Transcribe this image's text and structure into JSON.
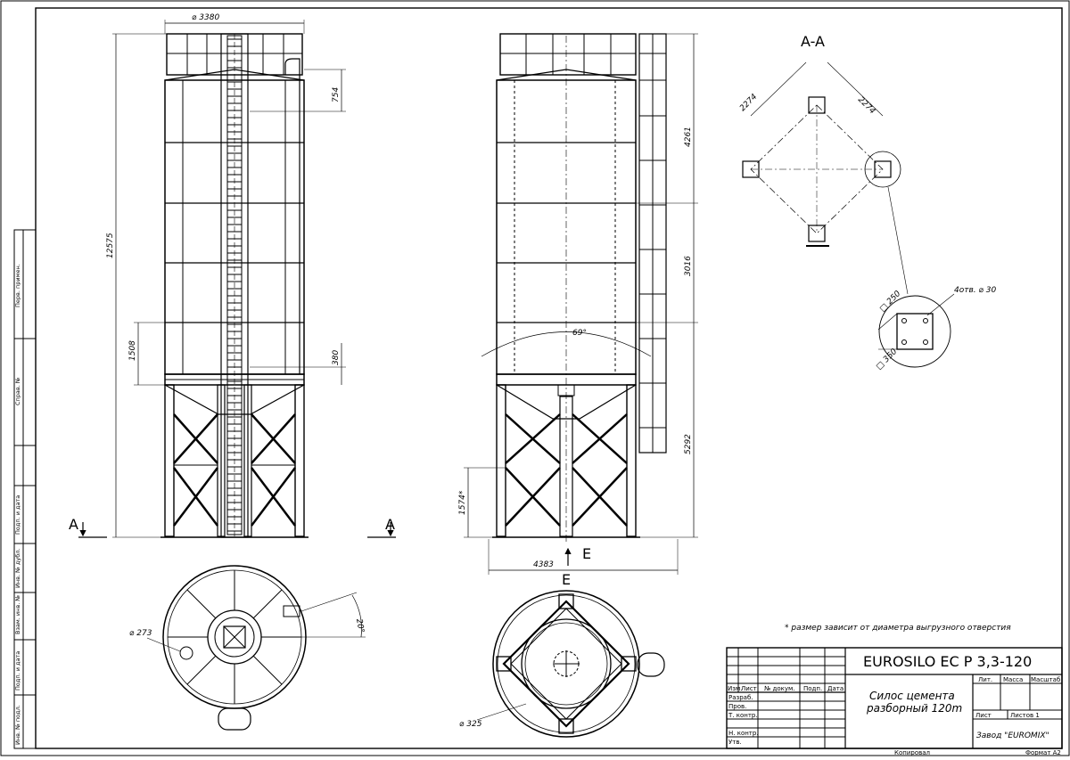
{
  "views": {
    "front": {
      "dim_diameter": "⌀ 3380",
      "dim_total_height": "12575",
      "dim_top": "754",
      "dim_lower": "1508",
      "dim_small": "380",
      "section_mark_left": "A",
      "section_mark_right": "A"
    },
    "side": {
      "dim_h1": "4261",
      "dim_h2": "3016",
      "dim_h3": "5292",
      "dim_width": "4383",
      "dim_angle": "69°",
      "dim_leg": "1574*",
      "view_mark": "E"
    },
    "section": {
      "title": "A-A",
      "dim_a": "2274",
      "dim_b": "2274",
      "dim_plate1": "□ 250",
      "dim_plate2": "□ 350",
      "holes": "4отв. ⌀ 30"
    },
    "bottom_left": {
      "dim_hole": "⌀ 273",
      "dim_angle": "20°"
    },
    "bottom_right": {
      "title": "E",
      "dim_hole": "⌀ 325"
    }
  },
  "note": "* размер зависит от диаметра выгрузного отверстия",
  "side_strip": [
    "Перв. примен.",
    "Справ. №",
    "Подп. и дата",
    "Инв. № дубл.",
    "Взам. инв. №",
    "Подп. и дата",
    "Инв. № подл."
  ],
  "title_block": {
    "designation": "EUROSILO EC P 3,3-120",
    "name_line1": "Силос цемента",
    "name_line2": "разборный 120m",
    "company": "Завод \"EUROMIX\"",
    "col_izm": "Изм.",
    "col_list": "Лист",
    "col_doc": "№ докум.",
    "col_sign": "Подп.",
    "col_date": "Дата",
    "row_razrab": "Разраб.",
    "row_prov": "Пров.",
    "row_tkontr": "Т. контр.",
    "row_nkontr": "Н. контр.",
    "row_utv": "Утв.",
    "lit": "Лит.",
    "mass": "Масса",
    "scale": "Масштаб",
    "sheet": "Лист",
    "sheets": "Листов 1",
    "copied": "Копировал",
    "format": "Формат А2"
  }
}
